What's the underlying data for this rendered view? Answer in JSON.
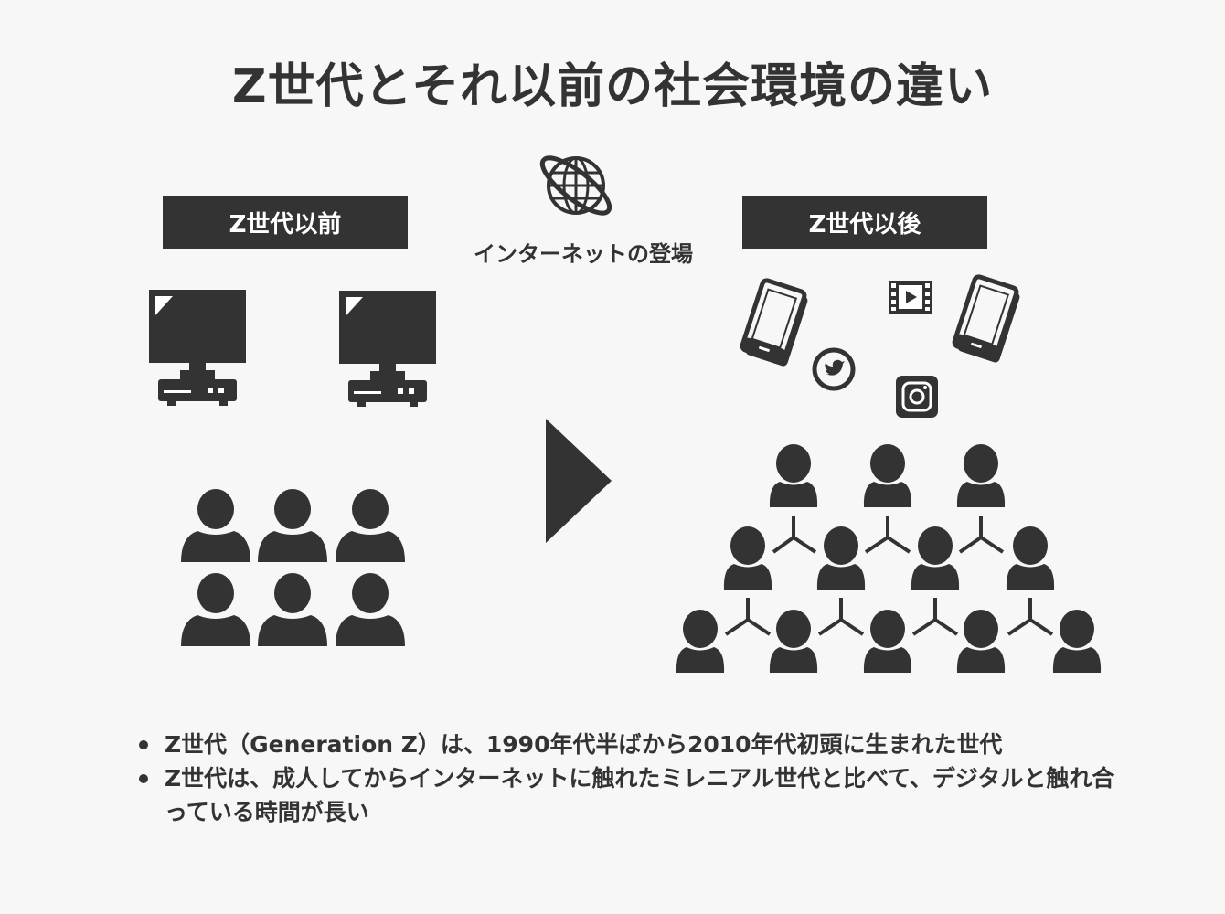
{
  "title": "Z世代とそれ以前の社会環境の違い",
  "before": {
    "label": "Z世代以前"
  },
  "after": {
    "label": "Z世代以後"
  },
  "transition": {
    "caption": "インターネットの登場"
  },
  "notes": [
    "Z世代（Generation Z）は、1990年代半ばから2010年代初頭に生まれた世代",
    "Z世代は、成人してからインターネットに触れたミレニアル世代と比べて、デジタルと触れ合っている時間が長い"
  ],
  "icons": {
    "before": [
      "desktop-computer-icon",
      "desktop-computer-icon",
      "people-grid-icon"
    ],
    "transition": [
      "globe-icon",
      "arrow-right-icon"
    ],
    "after": [
      "smartphone-icon",
      "video-icon",
      "twitter-icon",
      "instagram-icon",
      "connected-people-network-icon"
    ]
  },
  "colors": {
    "ink": "#333333",
    "background": "#f7f7f7",
    "label_text": "#ffffff"
  }
}
